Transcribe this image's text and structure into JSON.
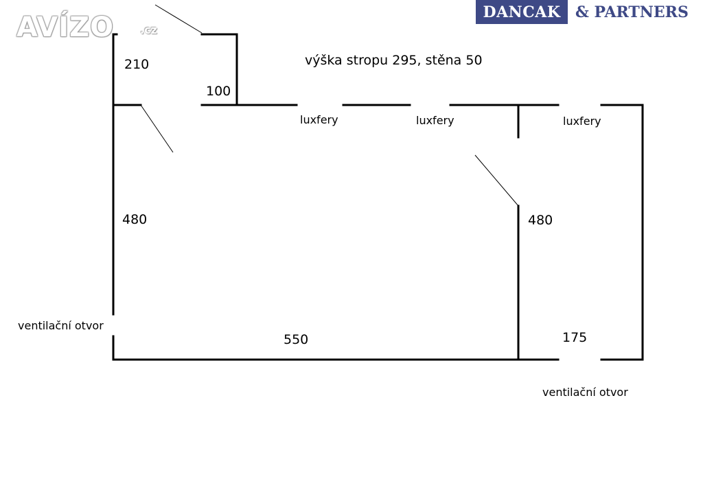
{
  "logos": {
    "aviz_main": "AVÍZO",
    "aviz_tld": ".cz",
    "brand_box": "DANCAK",
    "brand_rest": "& PARTNERS"
  },
  "plan": {
    "note": "výška stropu 295, stěna 50",
    "dimensions": {
      "top_left_room_width": "210",
      "top_left_room_depth": "100",
      "left_wall_length": "480",
      "right_room_wall_length": "480",
      "bottom_wall_length": "550",
      "right_room_width": "175"
    },
    "labels": {
      "glass_block_1": "luxfery",
      "glass_block_2": "luxfery",
      "glass_block_3": "luxfery",
      "vent_left": "ventilační otvor",
      "vent_bottom_right": "ventilační otvor"
    }
  }
}
